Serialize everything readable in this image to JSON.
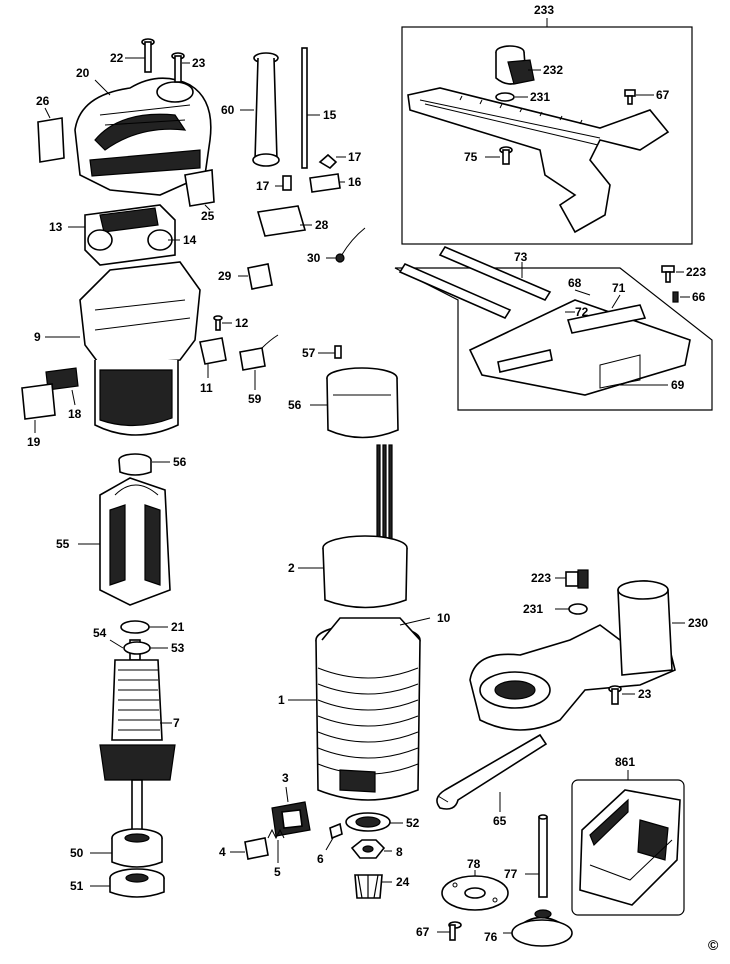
{
  "labels": {
    "l233a": "233",
    "l232": "232",
    "l231a": "231",
    "l67a": "67",
    "l75": "75",
    "l22": "22",
    "l23a": "23",
    "l20": "20",
    "l26": "26",
    "l25": "25",
    "l60": "60",
    "l15": "15",
    "l17a": "17",
    "l17b": "17",
    "l16": "16",
    "l28": "28",
    "l30": "30",
    "l13": "13",
    "l14": "14",
    "l29": "29",
    "l73": "73",
    "l68": "68",
    "l71": "71",
    "l72": "72",
    "l69": "69",
    "l223a": "223",
    "l66": "66",
    "l9": "9",
    "l12": "12",
    "l11": "11",
    "l59": "59",
    "l57": "57",
    "l56a": "56",
    "l18": "18",
    "l19": "19",
    "l56b": "56",
    "l55": "55",
    "l2": "2",
    "l223b": "223",
    "l231b": "231",
    "l230": "230",
    "l21": "21",
    "l54": "54",
    "l53": "53",
    "l10": "10",
    "l1": "1",
    "l7": "7",
    "l23b": "23",
    "l3": "3",
    "l52": "52",
    "l65": "65",
    "l861": "861",
    "l50": "50",
    "l4": "4",
    "l5": "5",
    "l6": "6",
    "l8": "8",
    "l51": "51",
    "l24": "24",
    "l78": "78",
    "l77": "77",
    "l67b": "67",
    "l76": "76",
    "copyright": "©"
  }
}
